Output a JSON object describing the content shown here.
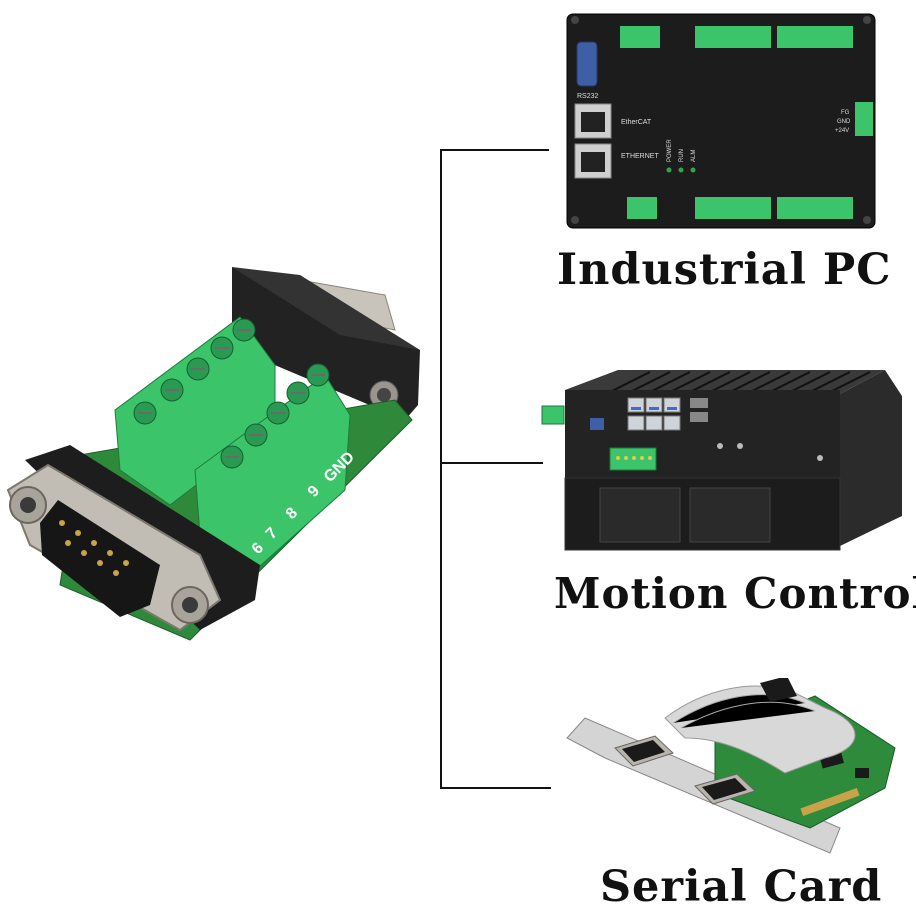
{
  "connector": {
    "pin_labels": [
      "6",
      "7",
      "8",
      "9",
      "GND"
    ]
  },
  "devices": [
    {
      "label": "Industrial PC",
      "panel_text": {
        "rs232": "RS232",
        "ethercat": "EtherCAT",
        "ethernet": "ETHERNET",
        "leds": [
          "POWER",
          "RUN",
          "ALM"
        ],
        "power": [
          "FG",
          "GND",
          "+24V"
        ]
      }
    },
    {
      "label": "Motion Control"
    },
    {
      "label": "Serial Card"
    }
  ],
  "colors": {
    "terminal_green": "#3cc46a",
    "pcb_green": "#2e8a3a",
    "device_black": "#1c1c1c",
    "connector_metal": "#b8b4ad",
    "line": "#111111"
  }
}
